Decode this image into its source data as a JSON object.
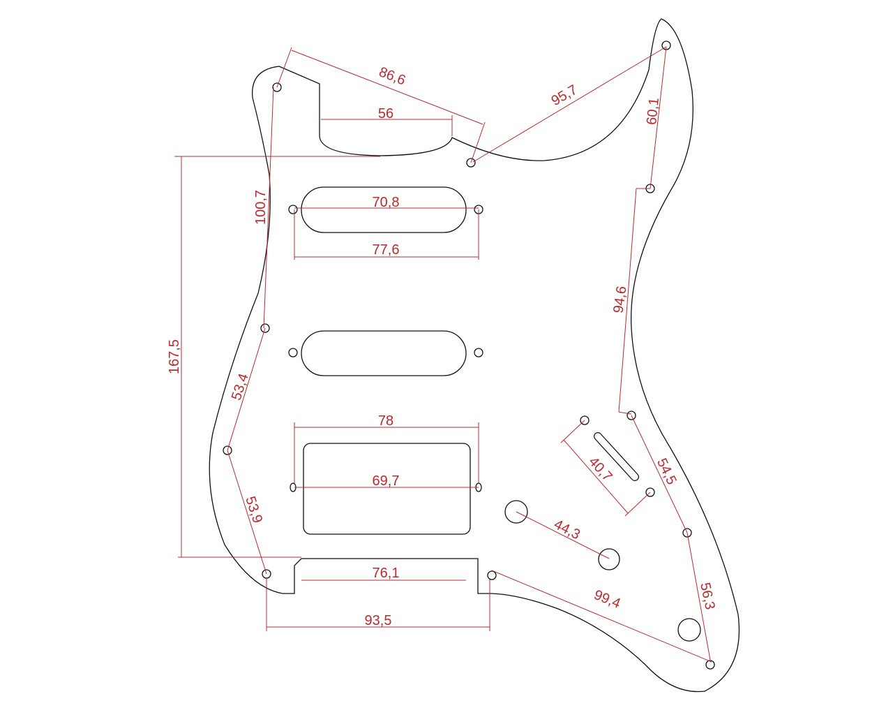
{
  "colors": {
    "outline": "#111111",
    "dimension": "#c0282d",
    "background": "#ffffff"
  },
  "dimensions": {
    "d86_6": "86,6",
    "d56": "56",
    "d95_7": "95,7",
    "d60_1": "60,1",
    "d100_7": "100,7",
    "d70_8": "70,8",
    "d77_6": "77,6",
    "d167_5": "167,5",
    "d94_6": "94,6",
    "d53_4": "53,4",
    "d78": "78",
    "d69_7": "69,7",
    "d40_7": "40,7",
    "d54_5": "54,5",
    "d44_3": "44,3",
    "d53_9": "53,9",
    "d76_1": "76,1",
    "d99_4": "99,4",
    "d56_3": "56,3",
    "d93_5": "93,5"
  }
}
